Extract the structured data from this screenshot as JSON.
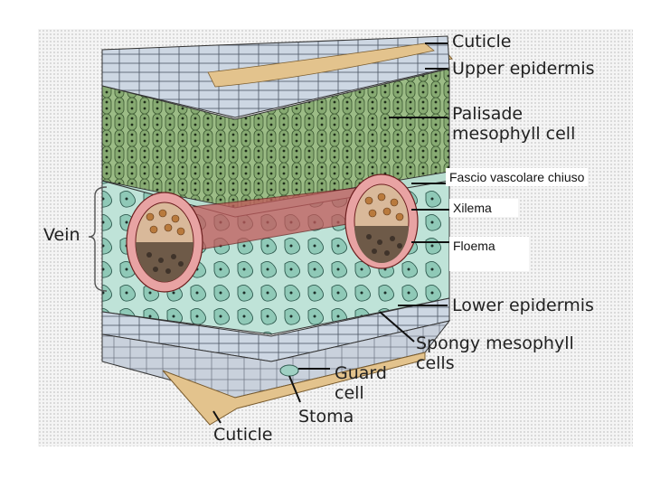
{
  "labels": {
    "cuticle_top": "Cuticle",
    "upper_epidermis": "Upper epidermis",
    "palisade": "Palisade\nmesophyll cell",
    "fascio": "Fascio vascolare chiuso",
    "xilema": "Xilema",
    "floema": "Floema",
    "vein": "Vein",
    "lower_epidermis": "Lower epidermis",
    "spongy": "Spongy mesophyll\ncells",
    "guard_cell": "Guard\ncell",
    "stoma": "Stoma",
    "cuticle_bottom": "Cuticle"
  },
  "colors": {
    "cuticle": "#e3c38d",
    "epidermis": "#b9c6d6",
    "palisade": "#8fb07a",
    "spongy": "#9fd0c3",
    "xylem": "#c46a6a",
    "phloem": "#8c6b4a",
    "stroke": "#333333"
  }
}
